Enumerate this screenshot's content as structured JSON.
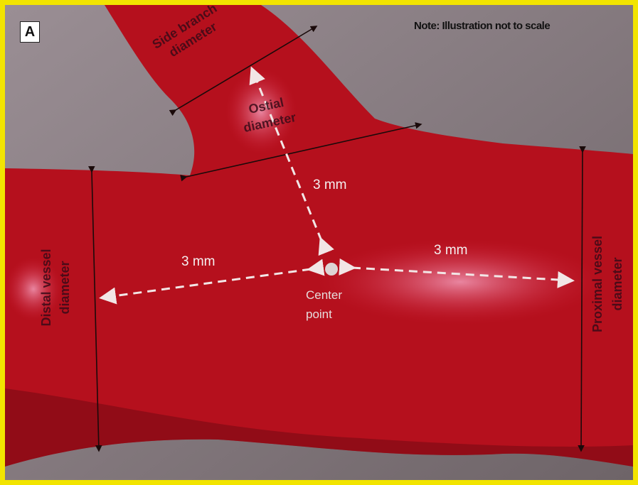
{
  "panel_label": "A",
  "note": "Note: Illustration not to scale",
  "labels": {
    "side_branch_line1": "Side branch",
    "side_branch_line2": "diameter",
    "ostial_line1": "Ostial",
    "ostial_line2": "diameter",
    "distal_line1": "Distal vessel",
    "distal_line2": "diameter",
    "proximal_line1": "Proximal vessel",
    "proximal_line2": "diameter",
    "distance_up": "3 mm",
    "distance_left": "3 mm",
    "distance_right": "3 mm",
    "center_line1": "Center",
    "center_line2": "point"
  },
  "colors": {
    "frame": "#f2e400",
    "vessel": "#b5101d",
    "background": "#8a8088",
    "measure_lines": "#1a0a0a",
    "arrows": "#f2e6e6"
  }
}
